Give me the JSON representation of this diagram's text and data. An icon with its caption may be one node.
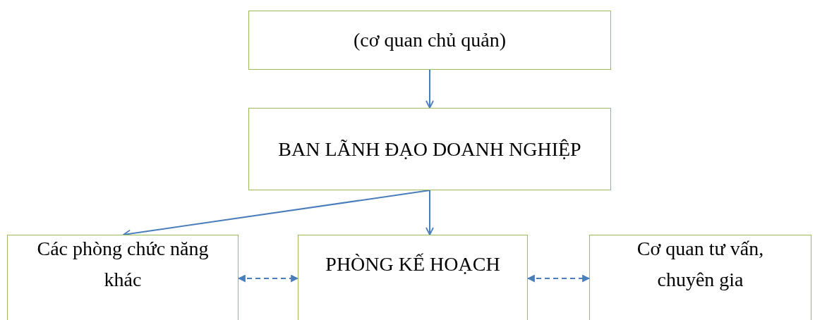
{
  "diagram": {
    "nodes": [
      {
        "text": [
          "(cơ quan chủ quản)"
        ]
      },
      {
        "text": [
          "BAN LÃNH ĐẠO DOANH NGHIỆP"
        ]
      },
      {
        "text": [
          "Các phòng chức năng khác"
        ]
      },
      {
        "text": [
          "PHÒNG KẾ HOẠCH"
        ]
      },
      {
        "text": [
          "Cơ quan tư vấn, chuyên gia"
        ]
      }
    ],
    "edges": [
      {
        "from": 0,
        "to": 1,
        "arrow": "to"
      },
      {
        "from": 1,
        "to": 2,
        "arrow": "to"
      },
      {
        "from": 1,
        "to": 3,
        "arrow": "to"
      },
      {
        "from": 2,
        "to": 3,
        "arrow": "both",
        "style": "dashed"
      },
      {
        "from": 3,
        "to": 4,
        "arrow": "both",
        "style": "dashed"
      }
    ]
  }
}
